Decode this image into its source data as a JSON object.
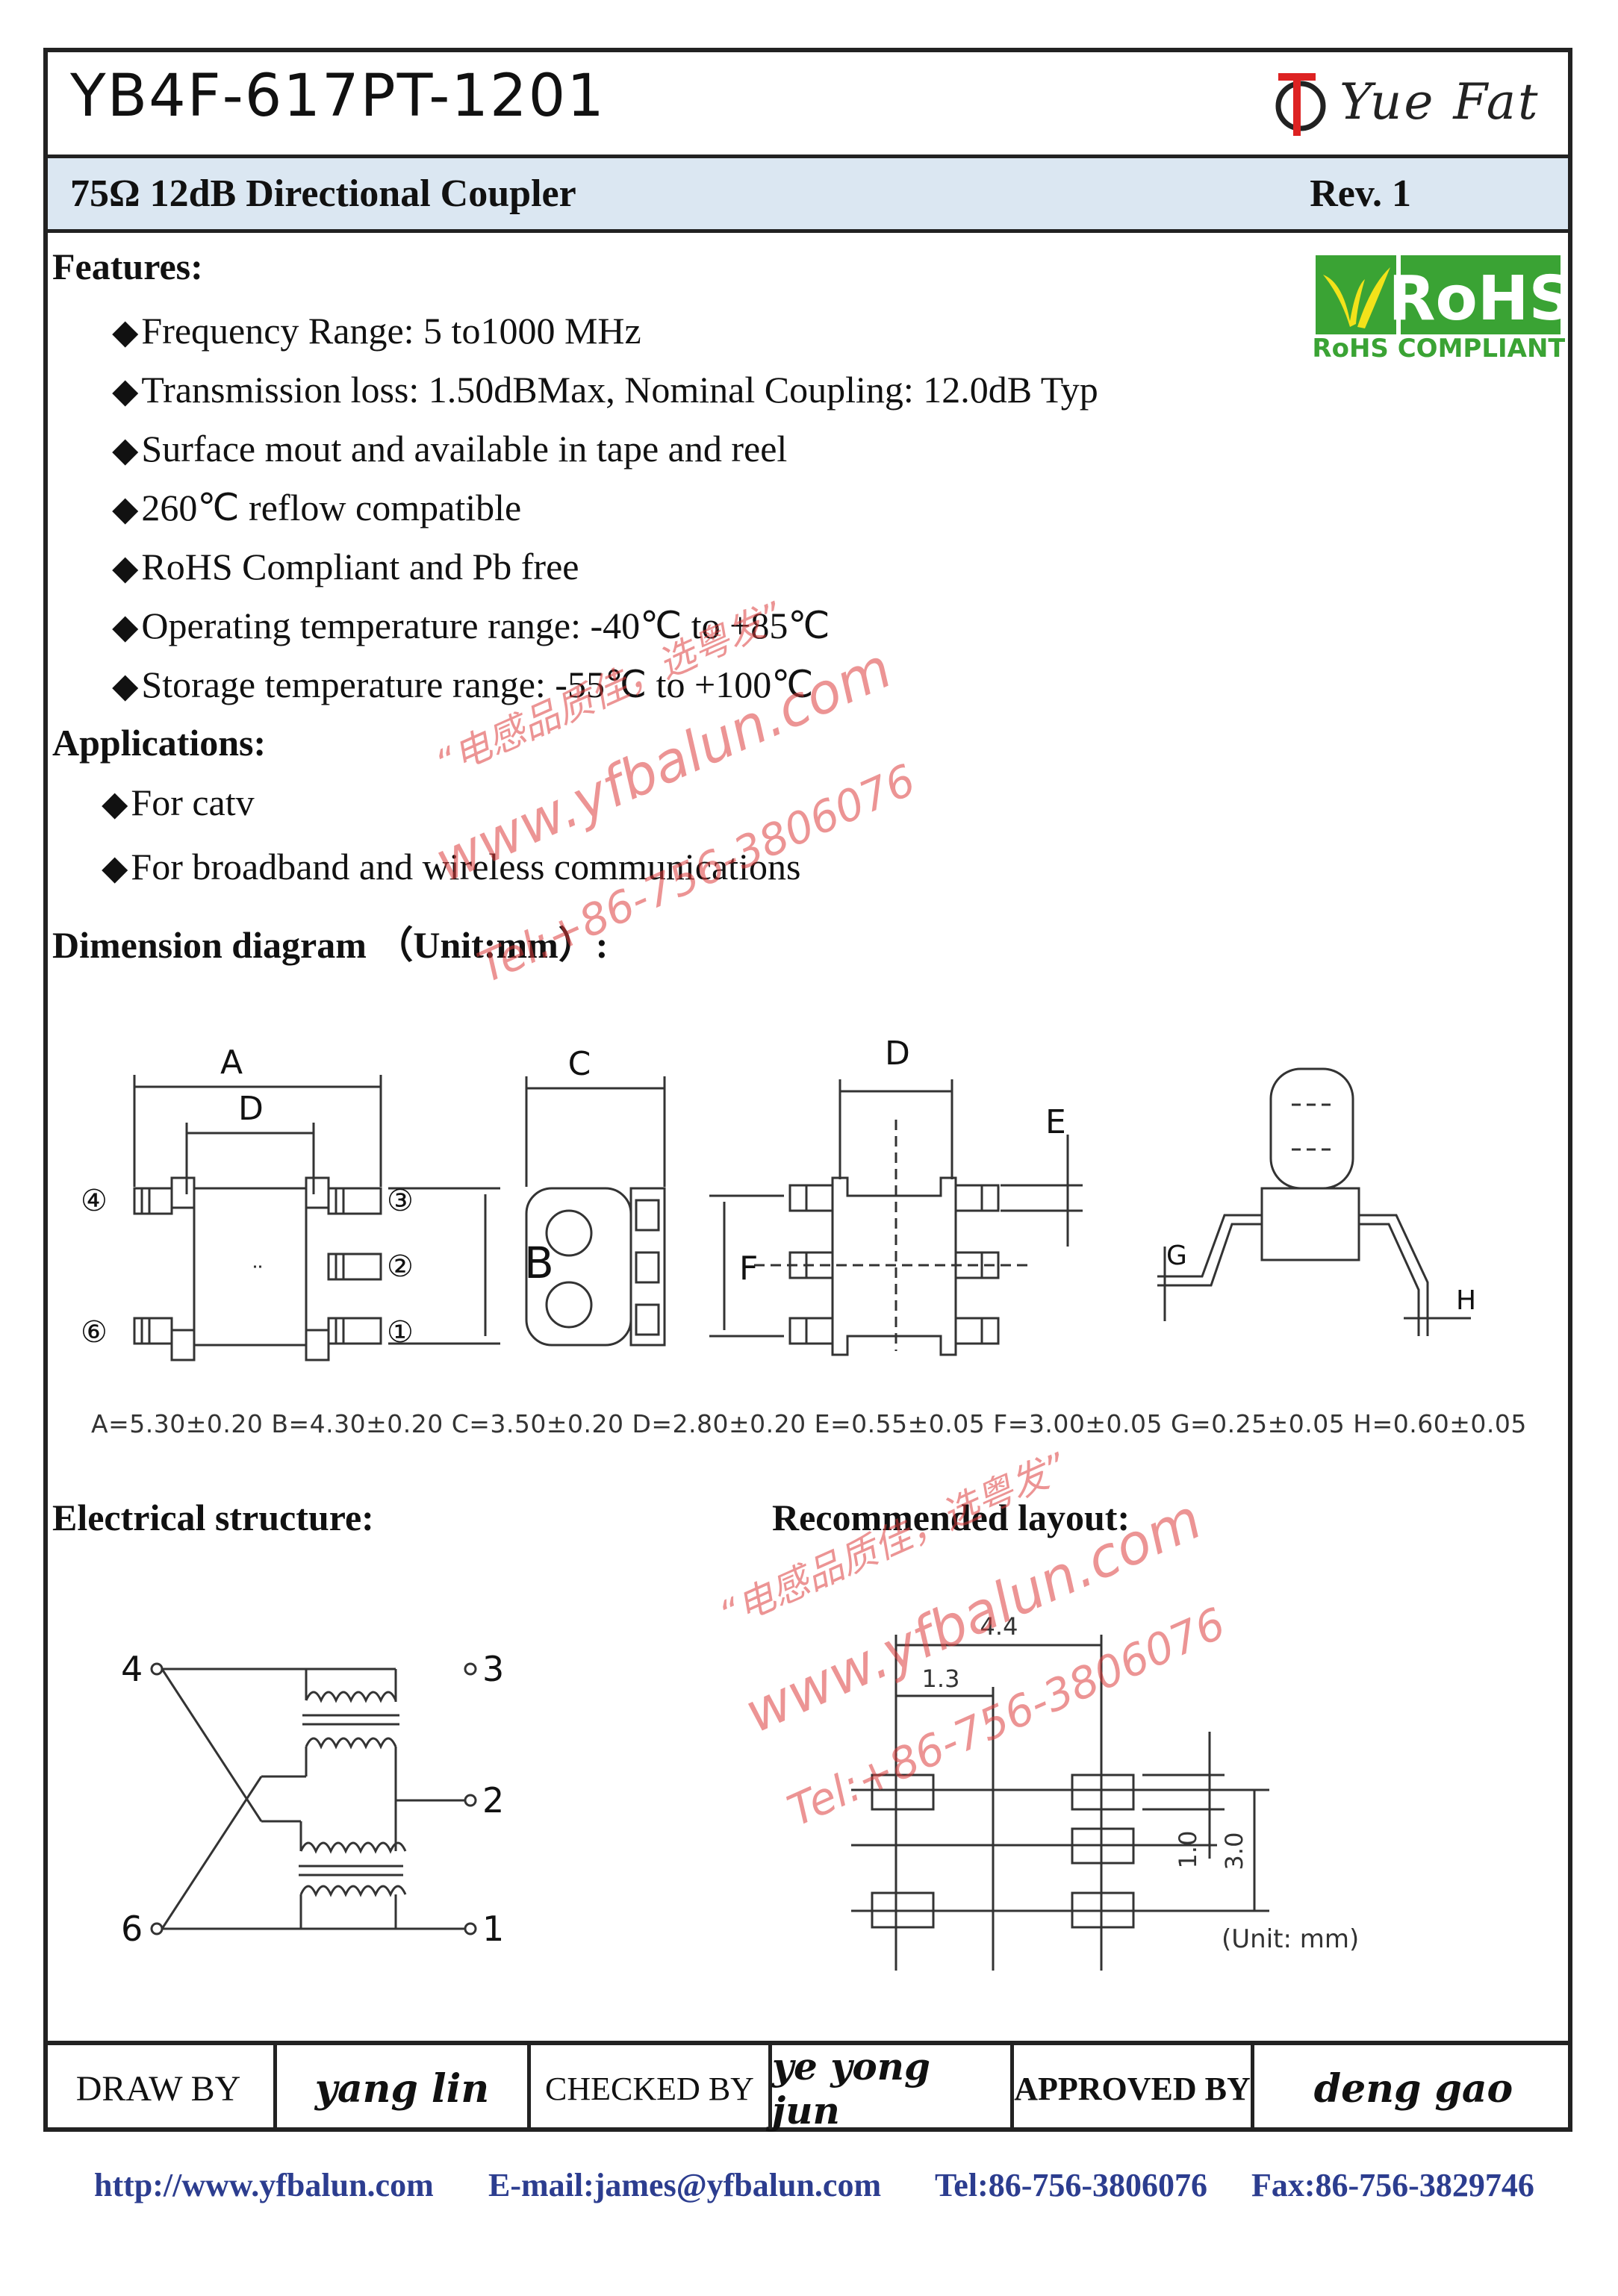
{
  "header": {
    "part_number": "YB4F-617PT-1201",
    "brand": "Yue Fat",
    "subtitle": "75Ω  12dB Directional Coupler",
    "revision": "Rev. 1"
  },
  "rohs": {
    "mark": "RoHS",
    "caption": "RoHS COMPLIANT"
  },
  "features": {
    "heading": "Features:",
    "items": [
      "Frequency Range: 5 to1000 MHz",
      "Transmission loss: 1.50dBMax,  Nominal Coupling: 12.0dB Typ",
      "Surface mout and available in tape and reel",
      "260℃ reflow compatible",
      "RoHS Compliant and Pb free",
      "Operating temperature range:  -40℃ to +85℃",
      "Storage temperature range:  -55℃ to +100℃"
    ]
  },
  "applications": {
    "heading": "Applications:",
    "items": [
      "For catv",
      "For broadband and wireless communications"
    ]
  },
  "dimension": {
    "heading": "Dimension diagram （Unit:mm）:",
    "labels": {
      "a": "A",
      "b": "B",
      "c": "C",
      "d": "D",
      "e": "E",
      "f": "F",
      "g": "G",
      "h": "H"
    },
    "pins": {
      "p1": "①",
      "p2": "②",
      "p3": "③",
      "p4": "④",
      "p6": "⑥"
    },
    "values": "A=5.30±0.20 B=4.30±0.20  C=3.50±0.20  D=2.80±0.20  E=0.55±0.05  F=3.00±0.05  G=0.25±0.05 H=0.60±0.05"
  },
  "electrical": {
    "heading": "Electrical structure:",
    "pins": {
      "p4": "4",
      "p3": "3",
      "p2": "2",
      "p6": "6",
      "p1": "1"
    }
  },
  "layout": {
    "heading": "Recommended  layout:",
    "dim_44": "4.4",
    "dim_13": "1.3",
    "dim_10": "1.0",
    "dim_30": "3.0",
    "unit": "(Unit: mm)"
  },
  "signoff": {
    "draw_label": "DRAW BY",
    "draw_name": "yang lin",
    "checked_label": "CHECKED BY",
    "checked_name": "ye yong jun",
    "approved_label": "APPROVED BY",
    "approved_name": "deng  gao"
  },
  "contact": {
    "website": "http://www.yfbalun.com",
    "email": "E-mail:james@yfbalun.com",
    "tel": "Tel:86-756-3806076",
    "fax": "Fax:86-756-3829746"
  },
  "watermark": {
    "cn": "“电感品质佳，选粤发”",
    "url": "www.yfbalun.com",
    "tel": "Tel:+86-756-3806076"
  }
}
